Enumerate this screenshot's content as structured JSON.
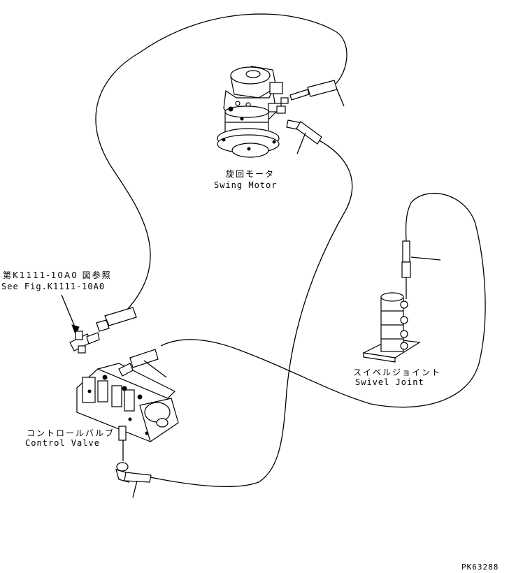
{
  "labels": {
    "swing_motor_jp": "旋回モータ",
    "swing_motor_en": "Swing Motor",
    "see_fig_jp": "第K1111-10A0 図参照",
    "see_fig_en": "See Fig.K1111-10A0",
    "swivel_joint_jp": "スイベルジョイント",
    "swivel_joint_en": "Swivel Joint",
    "control_valve_jp": "コントロールバルブ",
    "control_valve_en": "Control Valve",
    "drawing_number": "PK63288"
  }
}
